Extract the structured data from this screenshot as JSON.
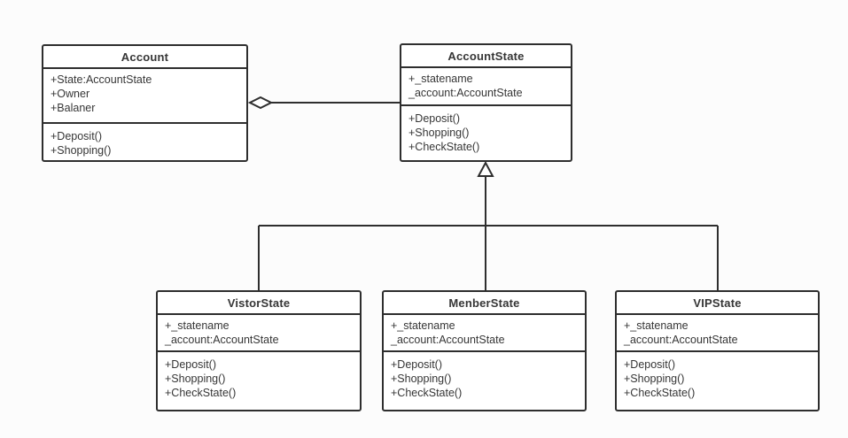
{
  "meta": {
    "diagram_type": "uml-class-diagram",
    "background_color": "#fcfcfc",
    "line_color": "#2e2e2e",
    "box_fill_color": "#ffffff",
    "text_color": "#363636"
  },
  "classes": {
    "account": {
      "title": "Account",
      "attributes": [
        "+State:AccountState",
        "+Owner",
        "+Balaner"
      ],
      "methods": [
        "+Deposit()",
        "+Shopping()"
      ]
    },
    "account_state": {
      "title": "AccountState",
      "attributes": [
        "+_statename",
        "_account:AccountState"
      ],
      "methods": [
        "+Deposit()",
        "+Shopping()",
        "+CheckState()"
      ]
    },
    "vistor_state": {
      "title": "VistorState",
      "attributes": [
        "+_statename",
        "_account:AccountState"
      ],
      "methods": [
        "+Deposit()",
        "+Shopping()",
        "+CheckState()"
      ]
    },
    "menber_state": {
      "title": "MenberState",
      "attributes": [
        "+_statename",
        "_account:AccountState"
      ],
      "methods": [
        "+Deposit()",
        "+Shopping()",
        "+CheckState()"
      ]
    },
    "vip_state": {
      "title": "VIPState",
      "attributes": [
        "+_statename",
        "_account:AccountState"
      ],
      "methods": [
        "+Deposit()",
        "+Shopping()",
        "+CheckState()"
      ]
    }
  },
  "relationships": [
    {
      "type": "aggregation",
      "whole": "Account",
      "part": "AccountState",
      "marker": "hollow-diamond"
    },
    {
      "type": "generalization",
      "child": "VistorState",
      "parent": "AccountState",
      "marker": "hollow-triangle"
    },
    {
      "type": "generalization",
      "child": "MenberState",
      "parent": "AccountState",
      "marker": "hollow-triangle"
    },
    {
      "type": "generalization",
      "child": "VIPState",
      "parent": "AccountState",
      "marker": "hollow-triangle"
    }
  ]
}
